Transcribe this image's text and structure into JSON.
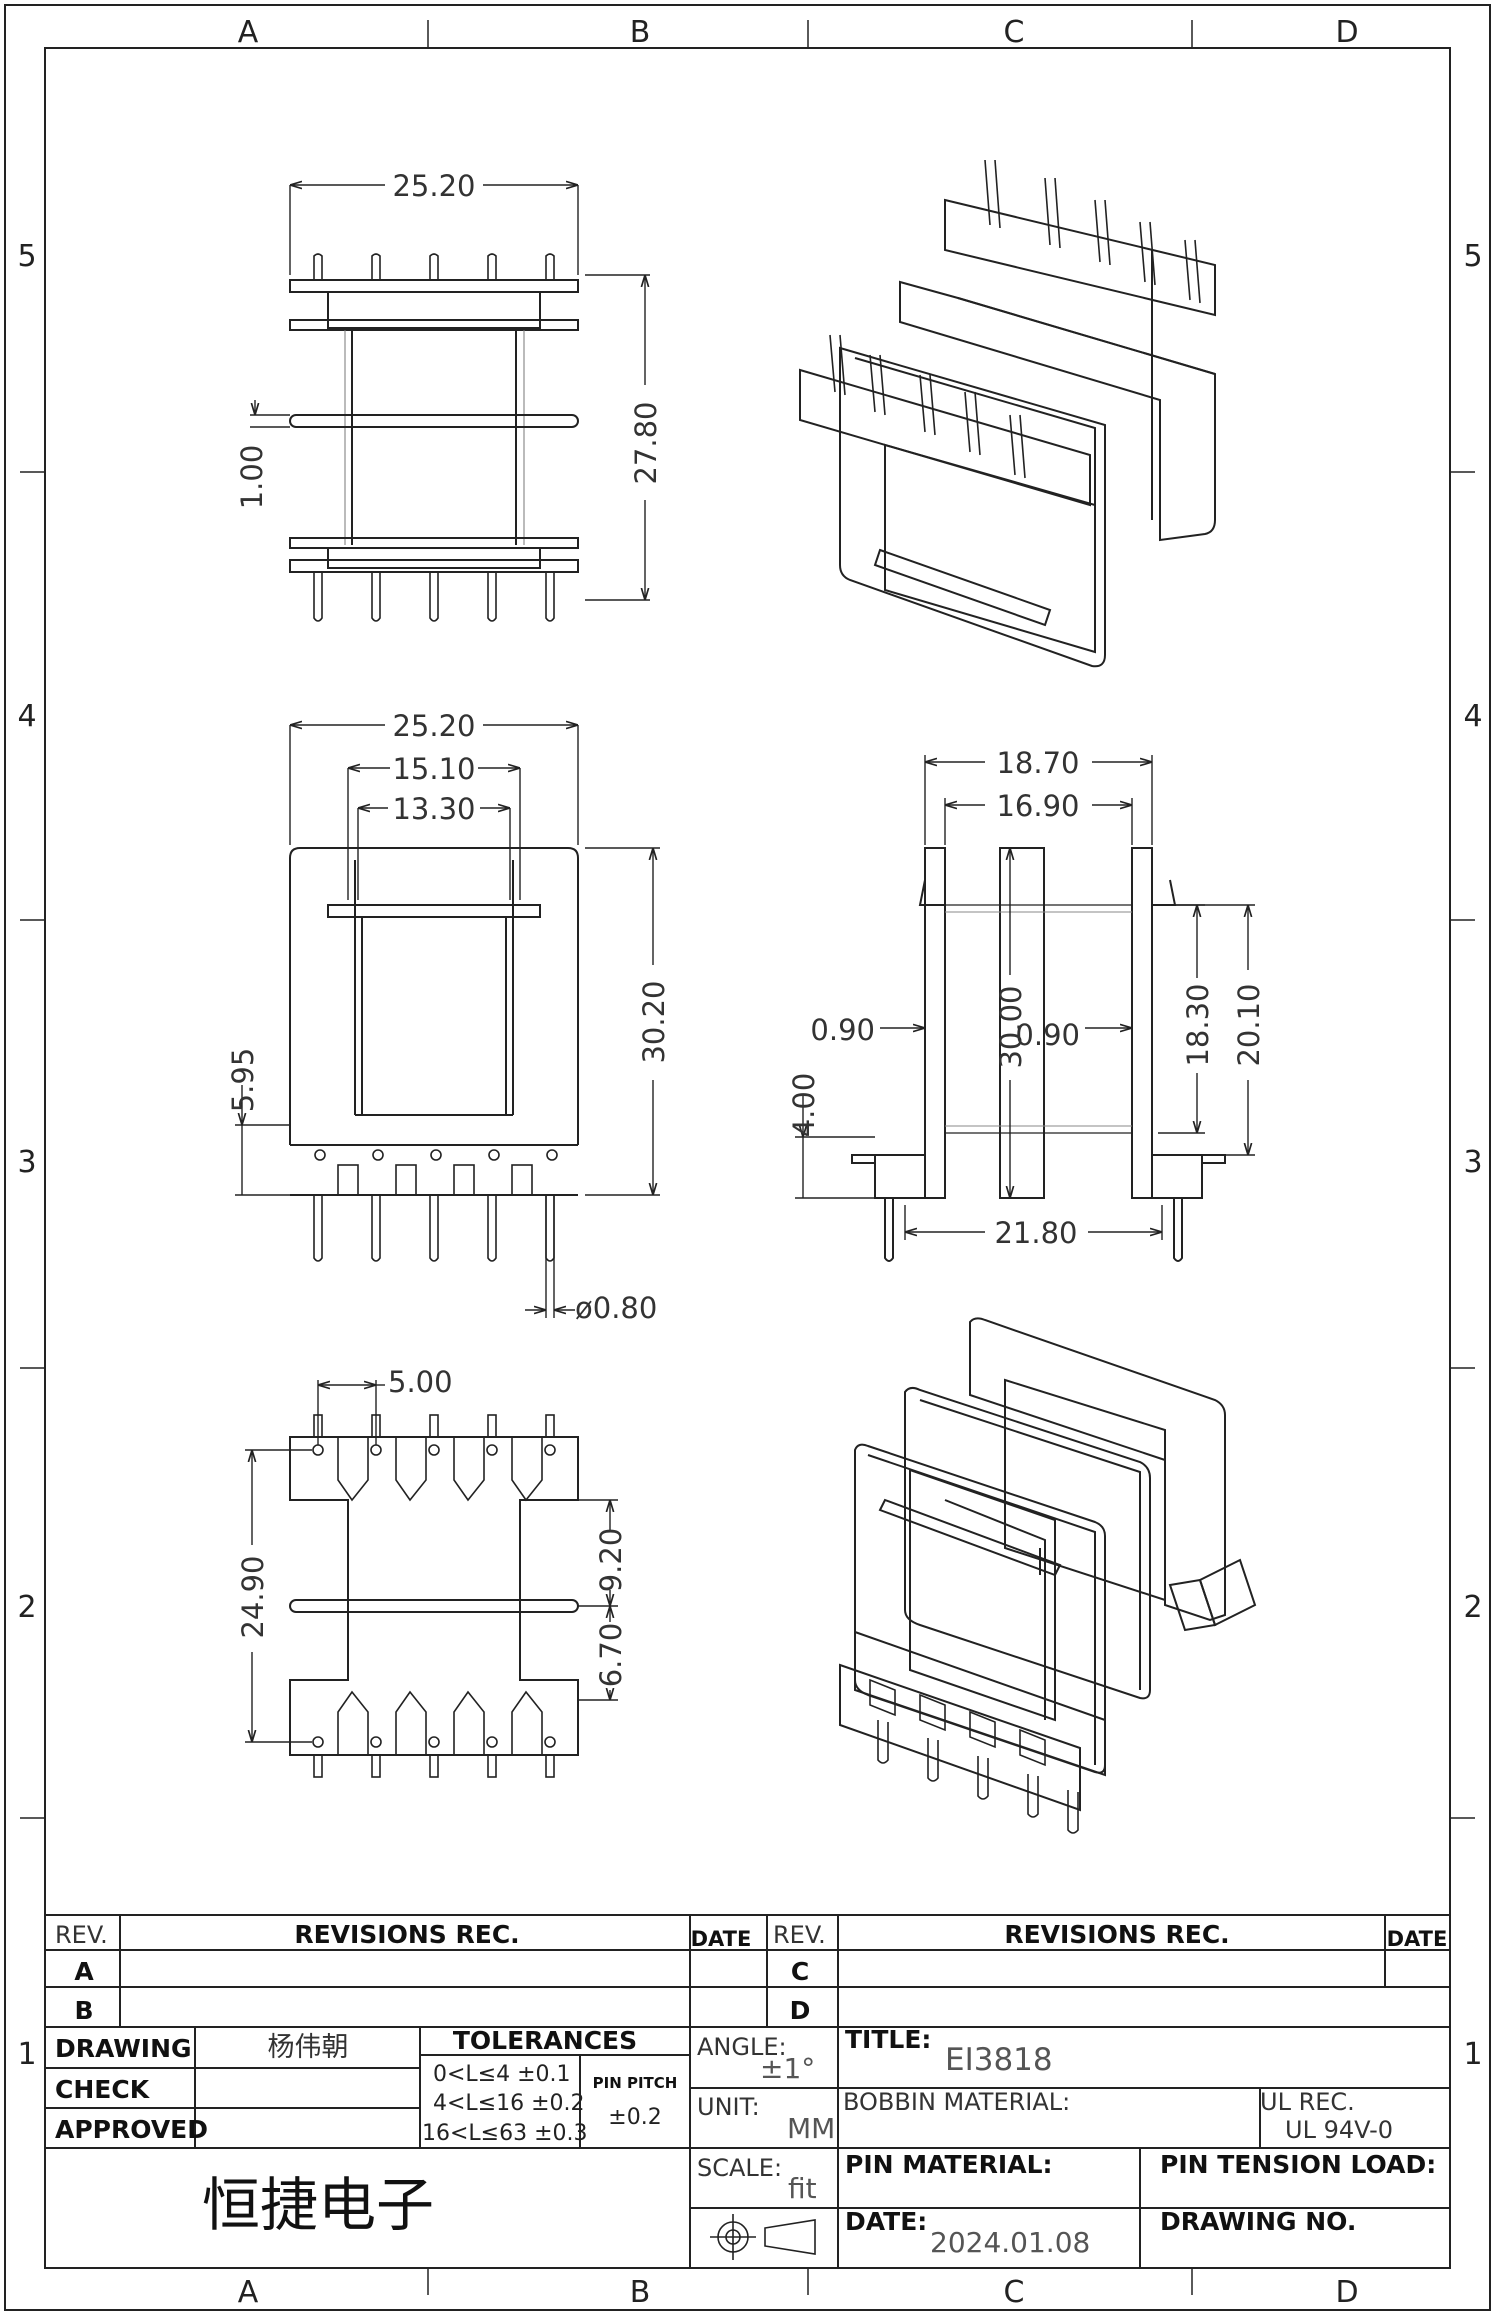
{
  "grid": {
    "columns": [
      "A",
      "B",
      "C",
      "D"
    ],
    "rows": [
      "5",
      "4",
      "3",
      "2",
      "1"
    ]
  },
  "views": {
    "top": {
      "width": "25.20",
      "height": "27.80",
      "flange": "1.00"
    },
    "front": {
      "width": "25.20",
      "window_outer": "15.10",
      "window_inner": "13.30",
      "height": "30.20",
      "base": "5.95",
      "pin_dia": "ø0.80"
    },
    "side": {
      "outer": "18.70",
      "inner": "16.90",
      "wall_left": "0.90",
      "core": "30.00",
      "wall_right": "0.90",
      "window": "18.30",
      "total": "20.10",
      "base": "4.00",
      "pin_span": "21.80"
    },
    "bottom": {
      "pitch": "5.00",
      "row_span": "24.90",
      "upper": "9.20",
      "lower": "6.70"
    }
  },
  "title_block": {
    "rev": "REV.",
    "revisions_rec": "REVISIONS REC.",
    "date": "DATE",
    "rev_a": "A",
    "rev_b": "B",
    "rev_c": "C",
    "rev_d": "D",
    "drawing": "DRAWING",
    "drawing_name": "杨伟朝",
    "check": "CHECK",
    "approved": "APPROVED",
    "tolerances": "TOLERANCES",
    "tol_1": "0<L≤4  ±0.1",
    "tol_2": "4<L≤16 ±0.2",
    "tol_3": "16<L≤63 ±0.3",
    "pin_pitch": "PIN PITCH",
    "pin_pitch_val": "±0.2",
    "angle_label": "ANGLE:",
    "angle_val": "±1°",
    "unit_label": "UNIT:",
    "unit_val": "MM",
    "scale_label": "SCALE:",
    "scale_val": "fit",
    "title_label": "TITLE:",
    "title_val": "EI3818",
    "bobbin_label": "BOBBIN MATERIAL:",
    "ul_label": "UL REC.",
    "ul_val": "UL 94V-0",
    "pin_material": "PIN MATERIAL:",
    "pin_tension": "PIN TENSION LOAD:",
    "date_label": "DATE:",
    "date_val": "2024.01.08",
    "drawing_no": "DRAWING NO.",
    "company": "恒捷电子"
  }
}
